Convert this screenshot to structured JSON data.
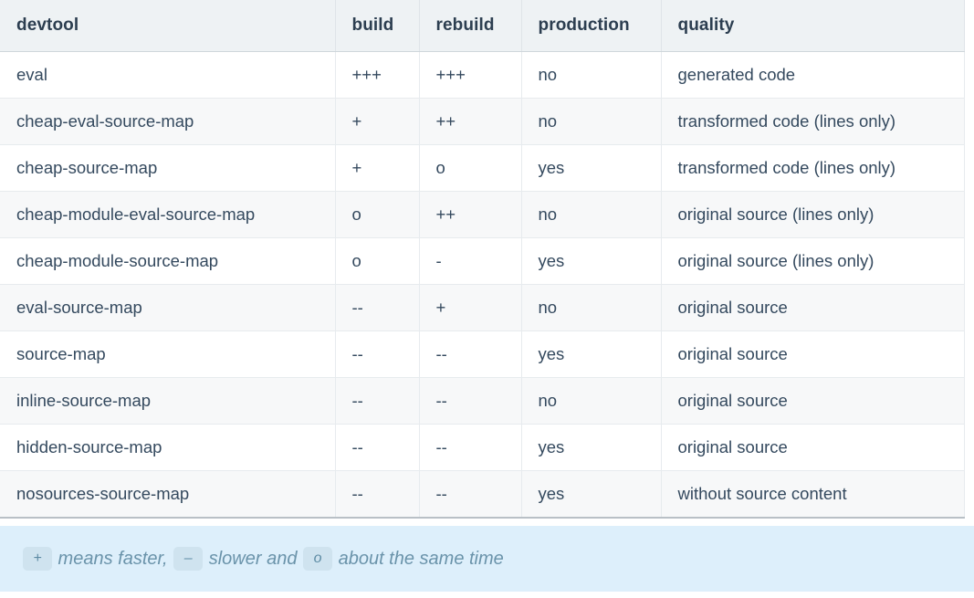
{
  "table": {
    "columns": [
      {
        "key": "devtool",
        "label": "devtool"
      },
      {
        "key": "build",
        "label": "build"
      },
      {
        "key": "rebuild",
        "label": "rebuild"
      },
      {
        "key": "production",
        "label": "production"
      },
      {
        "key": "quality",
        "label": "quality"
      }
    ],
    "rows": [
      {
        "devtool": "eval",
        "build": "+++",
        "rebuild": "+++",
        "production": "no",
        "quality": "generated code"
      },
      {
        "devtool": "cheap-eval-source-map",
        "build": "+",
        "rebuild": "++",
        "production": "no",
        "quality": "transformed code (lines only)"
      },
      {
        "devtool": "cheap-source-map",
        "build": "+",
        "rebuild": "o",
        "production": "yes",
        "quality": "transformed code (lines only)"
      },
      {
        "devtool": "cheap-module-eval-source-map",
        "build": "o",
        "rebuild": "++",
        "production": "no",
        "quality": "original source (lines only)"
      },
      {
        "devtool": "cheap-module-source-map",
        "build": "o",
        "rebuild": "-",
        "production": "yes",
        "quality": "original source (lines only)"
      },
      {
        "devtool": "eval-source-map",
        "build": "--",
        "rebuild": "+",
        "production": "no",
        "quality": "original source"
      },
      {
        "devtool": "source-map",
        "build": "--",
        "rebuild": "--",
        "production": "yes",
        "quality": "original source"
      },
      {
        "devtool": "inline-source-map",
        "build": "--",
        "rebuild": "--",
        "production": "no",
        "quality": "original source"
      },
      {
        "devtool": "hidden-source-map",
        "build": "--",
        "rebuild": "--",
        "production": "yes",
        "quality": "original source"
      },
      {
        "devtool": "nosources-source-map",
        "build": "--",
        "rebuild": "--",
        "production": "yes",
        "quality": "without source content"
      }
    ]
  },
  "note": {
    "badge_plus": "+",
    "text_1": " means faster, ",
    "badge_minus": "–",
    "text_2": " slower and ",
    "badge_o": "o",
    "text_3": " about the same time"
  },
  "colors": {
    "header_bg": "#eef2f4",
    "row_odd_bg": "#ffffff",
    "row_even_bg": "#f7f8f9",
    "text": "#34495e",
    "header_text": "#2c3e50",
    "border": "#e7ebee",
    "note_bg": "#ddeffb",
    "note_text": "#6a93aa",
    "badge_bg": "#cfe3ef"
  }
}
